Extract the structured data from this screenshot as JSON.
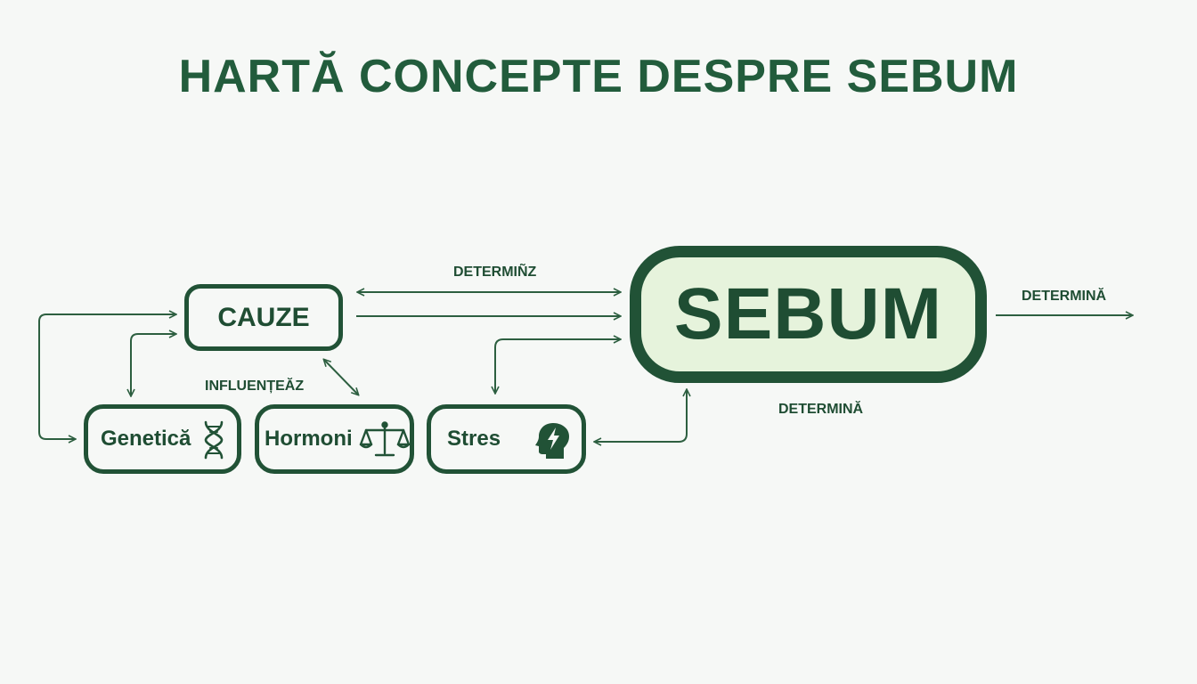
{
  "title": "HARTĂ CONCEPTE DESPRE SEBUM",
  "nodes": {
    "cauze": "CAUZE",
    "genetica": "Genetică",
    "hormoni": "Hormoni",
    "stres": "Stres",
    "sebum": "SEBUM"
  },
  "edge_labels": {
    "determina_top": "DETERMIÑZ",
    "influenteaza": "INFLUENȚEĂZ",
    "determina_right": "DETERMINĂ",
    "determina_bottom": "DETERMINĂ"
  },
  "icons": {
    "genetica": "dna-icon",
    "hormoni": "balance-scale-icon",
    "stres": "head-lightning-icon"
  },
  "colors": {
    "primary": "#215236",
    "sebum_fill": "#e6f3dc",
    "background": "#f6f8f6"
  }
}
